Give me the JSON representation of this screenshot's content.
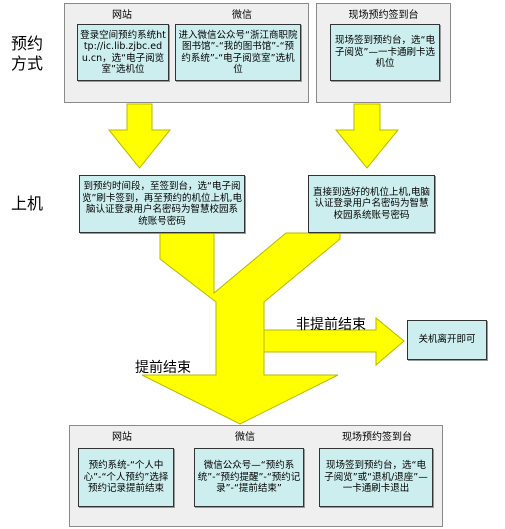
{
  "rows": {
    "method": "预约\n方式",
    "boarding": "上机"
  },
  "reservation": {
    "online": {
      "items": [
        {
          "header": "网站",
          "text": "登录空间预约系统http://ic.lib.zjbc.edu.cn，选“电子阅览室”选机位"
        },
        {
          "header": "微信",
          "text": "进入微信公众号“浙江商职院图书馆”-“我的图书馆”-“预约系统”-“电子阅览室”选机位"
        }
      ]
    },
    "onsite": {
      "header": "现场预约签到台",
      "text": "现场签到预约台，选“电子阅览”—一卡通刷卡选机位"
    }
  },
  "boarding_steps": {
    "left": "到预约时间段，至签到台，选“电子阅览”刷卡签到，再至预约的机位上机,电脑认证登录用户名密码为智慧校园系统账号密码",
    "right": "直接到选好的机位上机,电脑认证登录用户名密码为智慧校园系统账号密码"
  },
  "branches": {
    "not_early": {
      "label": "非提前结束",
      "result": "关机离开即可"
    },
    "early": {
      "label": "提前结束"
    }
  },
  "end_options": [
    {
      "header": "网站",
      "text": "预约系统-“个人中心”-“个人预约”选择预约记录提前结束"
    },
    {
      "header": "微信",
      "text": "微信公众号—“预约系统”-“预约提醒”-“预约记录”-“提前结束”"
    },
    {
      "header": "现场预约签到台",
      "text": "现场签到预约台，选“电子阅览”或“退机/退座”—一卡通刷卡退出"
    }
  ],
  "colors": {
    "arrow_fill": "#ffff00",
    "arrow_stroke": "#b8b800",
    "box_fill": "#cdeeee",
    "group_fill": "#efefef"
  }
}
